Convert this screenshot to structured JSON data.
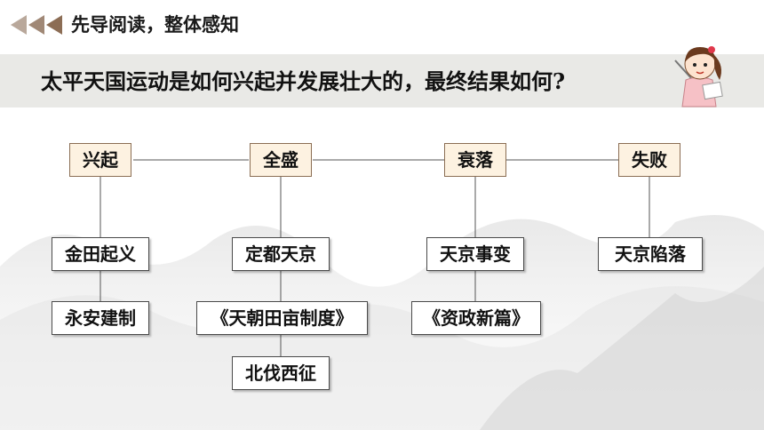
{
  "header": {
    "section_title": "先导阅读，整体感知"
  },
  "question": "太平天国运动是如何兴起并发展壮大的，最终结果如何?",
  "stages": [
    {
      "label": "兴起",
      "events": [
        "金田起义",
        "永安建制"
      ]
    },
    {
      "label": "全盛",
      "events": [
        "定都天京",
        "《天朝田亩制度》",
        "北伐西征"
      ]
    },
    {
      "label": "衰落",
      "events": [
        "天京事变",
        "《资政新篇》"
      ]
    },
    {
      "label": "失败",
      "events": [
        "天京陷落"
      ]
    }
  ],
  "colors": {
    "stage_fill": "#fdf2e1",
    "stage_border": "#8b6e54",
    "arrow": "#8c6d55",
    "band": "#e9e9e6"
  },
  "icons": [
    "back-arrows-icon",
    "teacher-girl-icon"
  ]
}
